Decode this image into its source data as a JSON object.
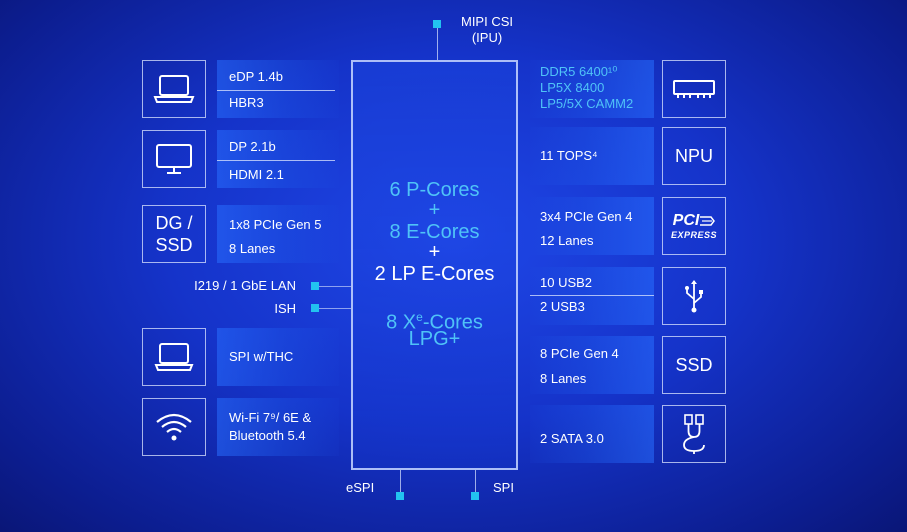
{
  "top": {
    "mipi_line1": "MIPI CSI",
    "mipi_line2": "(IPU)"
  },
  "soc": {
    "p_cores": "6 P-Cores",
    "plus1": "+",
    "e_cores": "8 E-Cores",
    "plus2": "+",
    "lp_cores": "2 LP E-Cores",
    "xe_cores": "8 Xe-Cores",
    "xe_base": "8 X",
    "xe_sup": "e",
    "xe_rest": "-Cores",
    "lpg": "LPG+"
  },
  "left": {
    "edp": {
      "line1": "eDP 1.4b",
      "line2": "HBR3"
    },
    "dp": {
      "line1": "DP 2.1b",
      "line2": "HDMI 2.1"
    },
    "dg": {
      "icon_line1": "DG /",
      "icon_line2": "SSD",
      "line1": "1x8 PCIe Gen 5",
      "line2": "8 Lanes"
    },
    "lan": "I219 / 1 GbE LAN",
    "ish": "ISH",
    "spi": {
      "line1": "SPI w/THC"
    },
    "wifi": {
      "line1": "Wi-Fi 7⁹/ 6E &",
      "line2": "Bluetooth 5.4"
    }
  },
  "right": {
    "mem": {
      "line1": "DDR5 6400¹⁰",
      "line2": "LP5X 8400",
      "line3": "LP5/5X CAMM2"
    },
    "npu": {
      "text": "11 TOPS⁴",
      "icon_text": "NPU"
    },
    "pcie": {
      "line1": "3x4 PCIe Gen 4",
      "line2": "12 Lanes",
      "logo_main": "PCI",
      "logo_sub": "EXPRESS"
    },
    "usb": {
      "line1": "10 USB2",
      "line2": "2 USB3"
    },
    "ssd": {
      "line1": "8 PCIe Gen 4",
      "line2": "8 Lanes",
      "icon_text": "SSD"
    },
    "sata": {
      "line1": "2 SATA 3.0"
    }
  },
  "bottom": {
    "espi": "eSPI",
    "spi": "SPI"
  },
  "colors": {
    "accent_cyan": "#22c3f0",
    "core_cyan": "#4fc3f7",
    "background": "#1533c9"
  }
}
